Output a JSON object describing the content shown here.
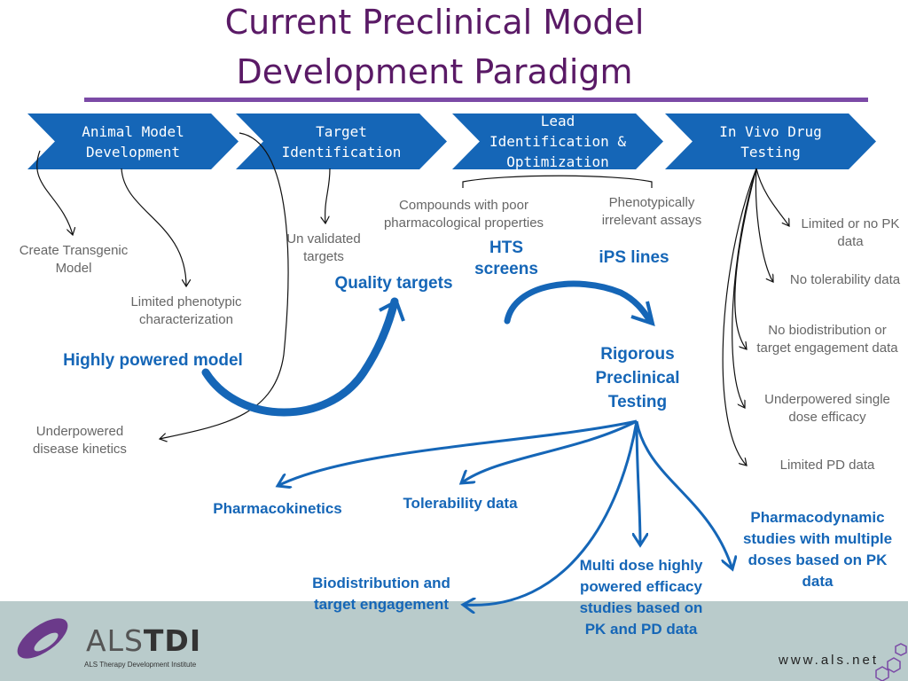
{
  "title": {
    "line1": "Current Preclinical Model",
    "line2": "Development Paradigm"
  },
  "stages": [
    {
      "label": "Animal Model Development"
    },
    {
      "label": "Target Identification"
    },
    {
      "label": "Lead Identification & Optimization"
    },
    {
      "label": "In Vivo Drug Testing"
    }
  ],
  "issues": {
    "create_transgenic": "Create Transgenic Model",
    "limited_phenotypic": "Limited phenotypic characterization",
    "underpowered_kinetics": "Underpowered disease kinetics",
    "unvalidated_targets": "Un validated targets",
    "compounds_poor": "Compounds with poor pharmacological properties",
    "phenotypically_irrelevant": "Phenotypically irrelevant assays",
    "limited_pk": "Limited or no PK data",
    "no_tolerability": "No tolerability data",
    "no_biodistribution": "No biodistribution or target engagement data",
    "underpowered_single": "Underpowered single dose efficacy",
    "limited_pd": "Limited PD data"
  },
  "solutions": {
    "highly_powered_model": "Highly powered model",
    "quality_targets": "Quality targets",
    "hts_screens": "HTS screens",
    "ips_lines": "iPS lines",
    "rigorous_testing": "Rigorous Preclinical Testing",
    "pharmacokinetics": "Pharmacokinetics",
    "tolerability_data": "Tolerability data",
    "biodistribution": "Biodistribution and target engagement",
    "multi_dose": "Multi dose highly powered efficacy studies based on PK and PD data",
    "pharmacodynamic": "Pharmacodynamic studies with multiple doses based on PK data"
  },
  "footer": {
    "logo_prefix": "ALS",
    "logo_bold": "TDI",
    "logo_subtitle": "ALS Therapy Development Institute",
    "url": "www.als.net"
  },
  "colors": {
    "title": "#5a1a66",
    "accent_blue": "#1566b7",
    "rule": "#7b4aa6",
    "footer_bg": "#b9cbcb",
    "logo_purple": "#6b3a8a"
  }
}
